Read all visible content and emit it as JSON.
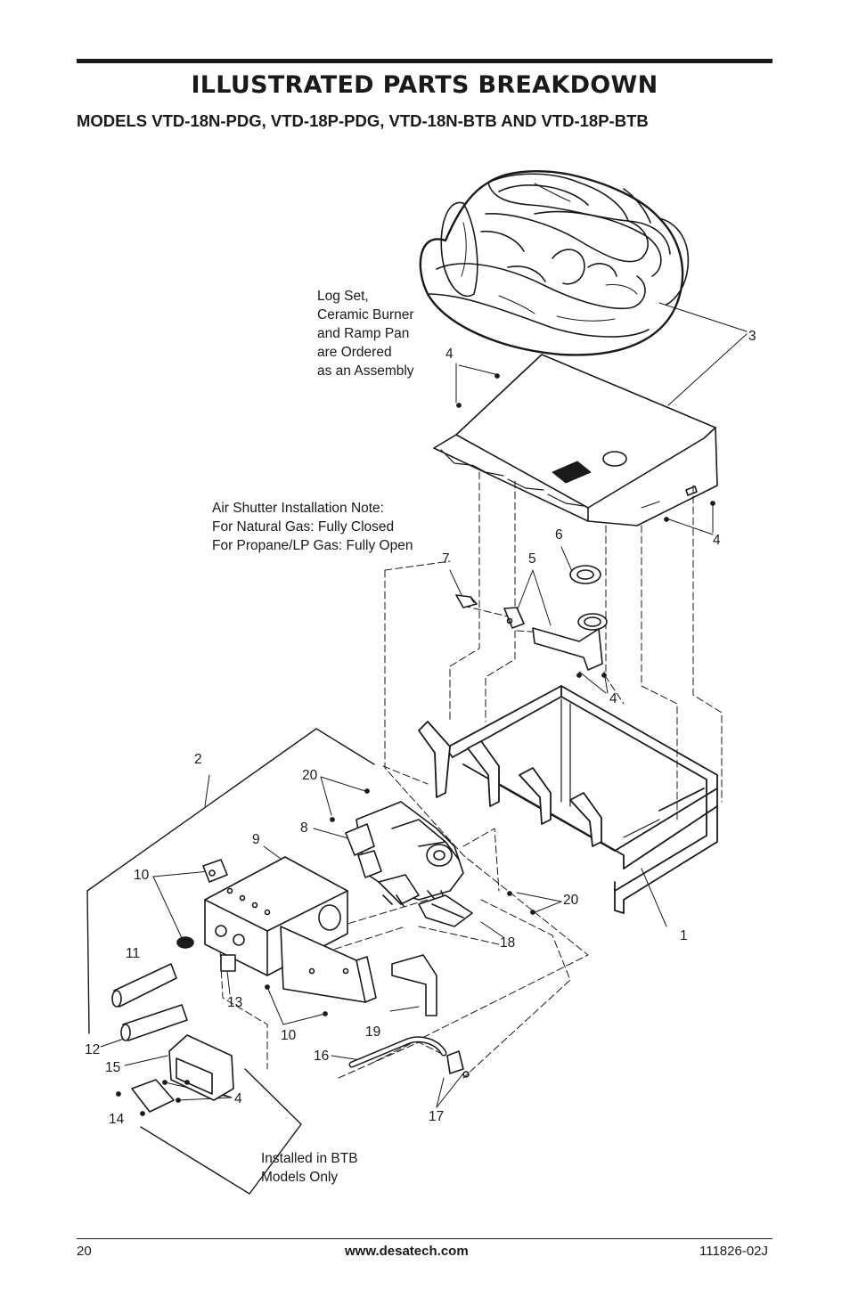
{
  "header": {
    "title": "ILLUSTRATED PARTS BREAKDOWN",
    "subtitle": "MODELS VTD-18N-PDG, VTD-18P-PDG, VTD-18N-BTB AND VTD-18P-BTB"
  },
  "notes": {
    "log_set": [
      "Log Set,",
      "Ceramic Burner",
      "and Ramp Pan",
      "are Ordered",
      "as an Assembly"
    ],
    "air_shutter": [
      "Air Shutter Installation Note:",
      "For Natural Gas: Fully Closed",
      "For Propane/LP Gas: Fully Open"
    ],
    "btb": [
      "Installed in BTB",
      "Models Only"
    ]
  },
  "callouts": {
    "c1": "1",
    "c2": "2",
    "c3": "3",
    "c4a": "4",
    "c4b": "4",
    "c4c": "4",
    "c4d": "4",
    "c5": "5",
    "c6": "6",
    "c7": "7",
    "c8": "8",
    "c9": "9",
    "c10a": "10",
    "c10b": "10",
    "c11": "11",
    "c12": "12",
    "c13": "13",
    "c14": "14",
    "c15": "15",
    "c16": "16",
    "c17": "17",
    "c18": "18",
    "c19": "19",
    "c20a": "20",
    "c20b": "20"
  },
  "footer": {
    "page_number": "20",
    "website": "www.desatech.com",
    "doc_number": "111826-02J"
  }
}
